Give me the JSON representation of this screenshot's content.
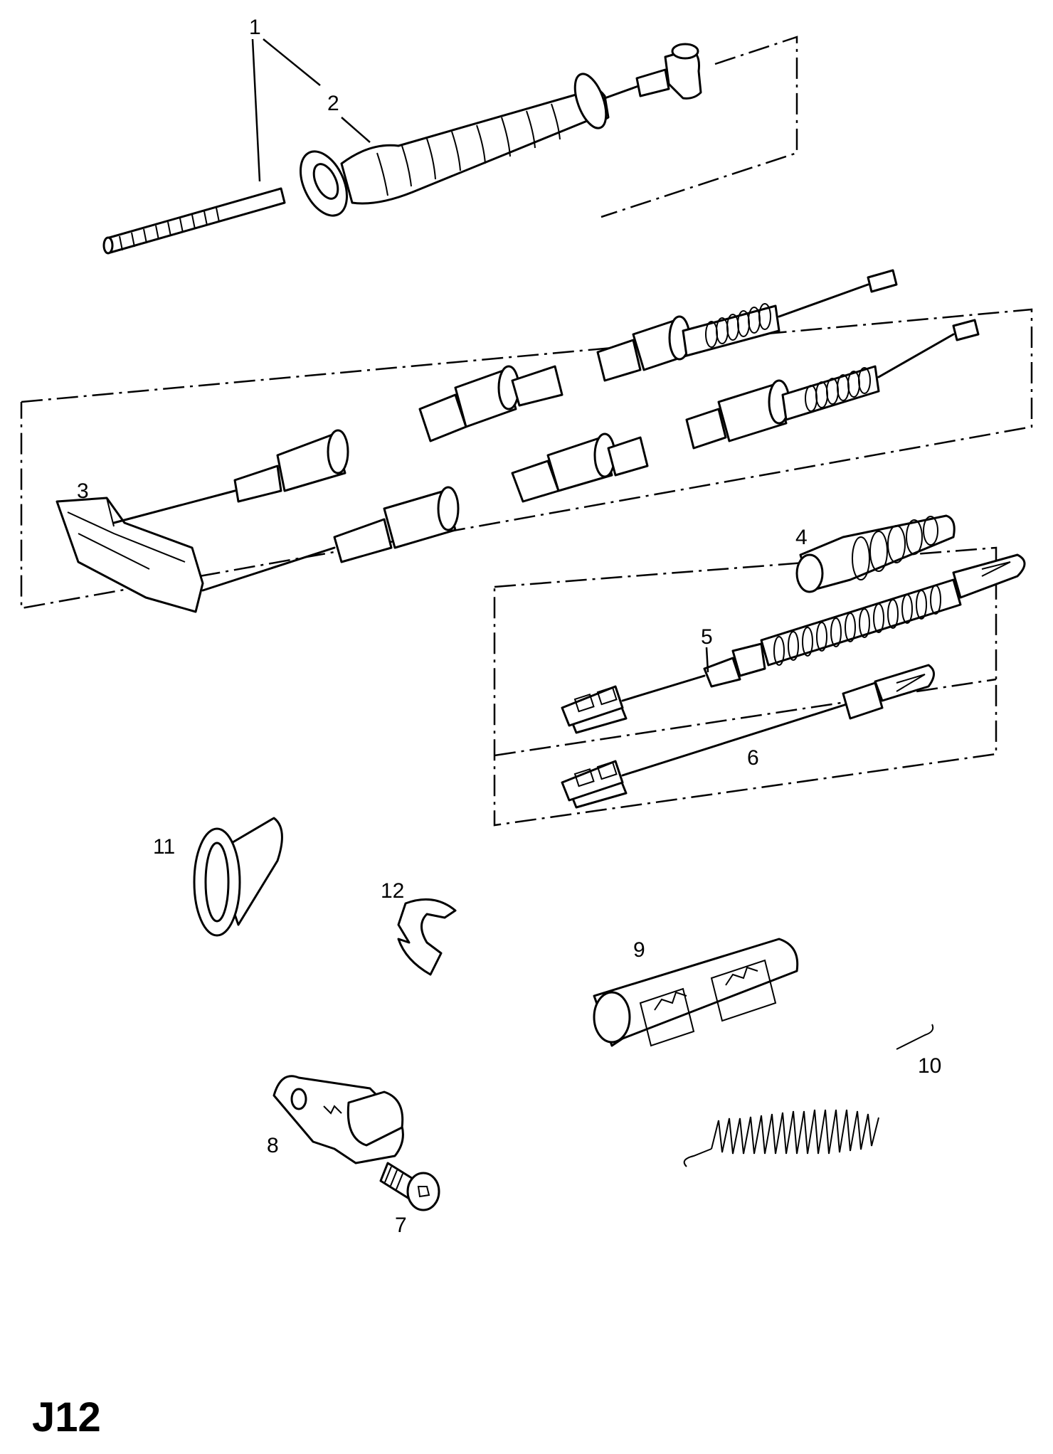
{
  "callouts": {
    "c1": "1",
    "c2": "2",
    "c3": "3",
    "c4": "4",
    "c5": "5",
    "c6": "6",
    "c7": "7",
    "c8": "8",
    "c9": "9",
    "c10": "10",
    "c11": "11",
    "c12": "12"
  },
  "page_code": "J12"
}
